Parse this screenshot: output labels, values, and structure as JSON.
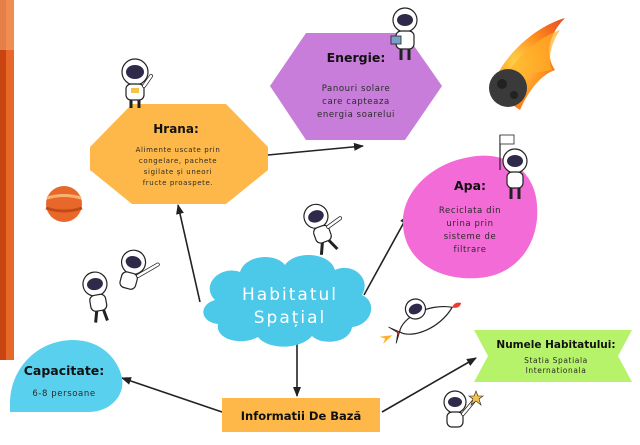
{
  "center": {
    "line1": "Habitatul",
    "line2": "Spațial"
  },
  "nodes": {
    "hrana": {
      "title": "Hrana:",
      "lines": [
        "Alimente uscate prin",
        "congelare, pachete",
        "sigilate și uneori",
        "fructe proaspete."
      ],
      "color": "#fdb849"
    },
    "energie": {
      "title": "Energie:",
      "lines": [
        "Panouri solare",
        "care capteaza",
        "energia soarelui"
      ],
      "color": "#c77dd9"
    },
    "apa": {
      "title": "Apa:",
      "lines": [
        "Reciclata din",
        "urina prin",
        "sisteme de",
        "filtrare"
      ],
      "color": "#f36bd6"
    },
    "capacitate": {
      "title": "Capacitate:",
      "lines": [
        "6-8 persoane"
      ],
      "color": "#5ad0ef"
    },
    "informatii": {
      "title": "Informatii De Bază",
      "color": "#fdb849"
    },
    "numele": {
      "title": "Numele Habitatului:",
      "lines": [
        "Statia Spatiala",
        "Internationala"
      ],
      "color": "#b7f36a"
    }
  },
  "colors": {
    "center": "#4cc9e8",
    "arrow": "#222222",
    "left_strip": "#e05a19"
  },
  "decorations": [
    "astronaut-icon",
    "comet-icon",
    "planet-icon",
    "rocket-icon",
    "star-icon"
  ]
}
